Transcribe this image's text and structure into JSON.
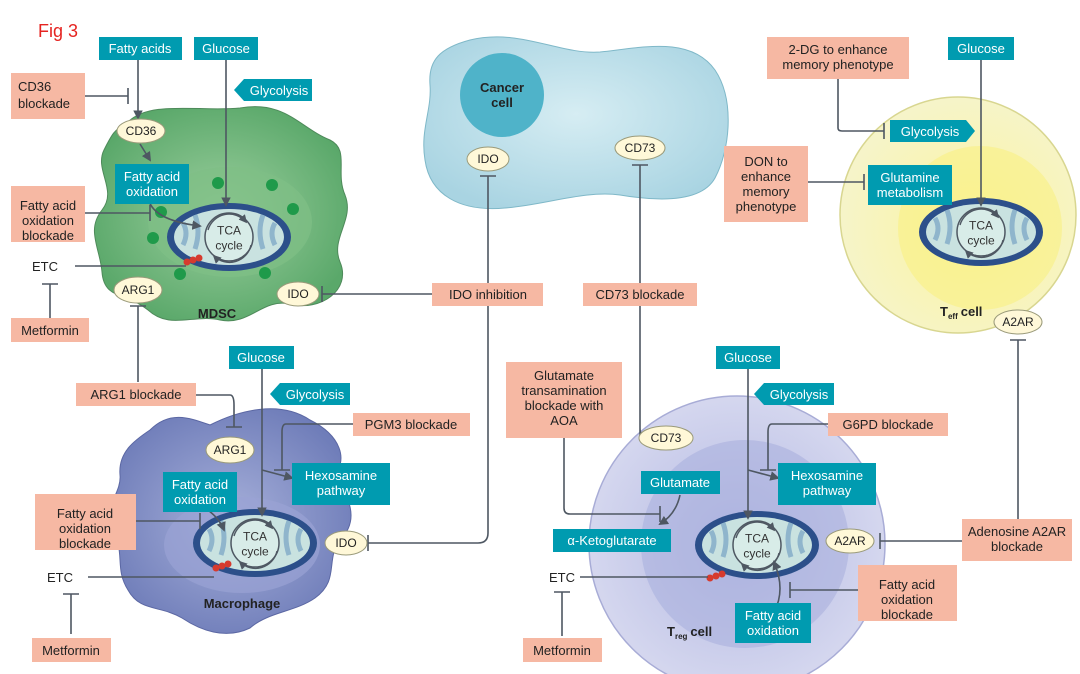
{
  "figure_label": "Fig 3",
  "cells": {
    "mdsc": "MDSC",
    "macrophage": "Macrophage",
    "cancer_cell": "Cancer cell",
    "teff_main": "T",
    "teff_sub": "eff",
    "teff_suffix": "cell",
    "treg_main": "T",
    "treg_sub": "reg",
    "treg_suffix": "cell"
  },
  "tca_label": "TCA cycle",
  "tca_line1": "TCA",
  "tca_line2": "cycle",
  "mdsc": {
    "fatty_acids": "Fatty acids",
    "glucose": "Glucose",
    "glycolysis": "Glycolysis",
    "cd36_blockade": "CD36 blockade",
    "cd36": "CD36",
    "fao": "Fatty acid oxidation",
    "fao_blockade": "Fatty acid oxidation blockade",
    "etc": "ETC",
    "arg1": "ARG1",
    "ido": "IDO",
    "metformin": "Metformin"
  },
  "cancer": {
    "ido": "IDO",
    "cd73": "CD73"
  },
  "center": {
    "ido_inhibition": "IDO inhibition",
    "cd73_blockade": "CD73 blockade",
    "arg1_blockade": "ARG1 blockade"
  },
  "macrophage": {
    "glucose": "Glucose",
    "glycolysis": "Glycolysis",
    "pgm3_blockade": "PGM3 blockade",
    "arg1": "ARG1",
    "hexosamine": "Hexosamine pathway",
    "fao": "Fatty acid oxidation",
    "fao_blockade": "Fatty acid oxidation blockade",
    "ido": "IDO",
    "etc": "ETC",
    "metformin": "Metformin"
  },
  "teff": {
    "two_dg": "2-DG to enhance memory phenotype",
    "glucose": "Glucose",
    "glycolysis": "Glycolysis",
    "don": "DON to enhance memory phenotype",
    "glutamine": "Glutamine metabolism",
    "a2ar": "A2AR"
  },
  "treg": {
    "glutamate_blockade": "Glutamate transamination blockade with AOA",
    "glucose": "Glucose",
    "glycolysis": "Glycolysis",
    "g6pd_blockade": "G6PD blockade",
    "cd73": "CD73",
    "glutamate": "Glutamate",
    "hexosamine": "Hexosamine pathway",
    "alpha_kg": "α-Ketoglutarate",
    "a2ar": "A2AR",
    "adenosine_blockade": "Adenosine A2AR blockade",
    "etc": "ETC",
    "fao_blockade": "Fatty acid oxidation blockade",
    "fao": "Fatty acid oxidation",
    "metformin": "Metformin"
  },
  "colors": {
    "target_box": "#009bb0",
    "drug_box": "#f6b8a3",
    "mdsc_fill": "#6fb87a",
    "macrophage_fill": "#7f8cc2",
    "cancer_fill": "#b7dde8",
    "teff_fill": "#f7f4b8",
    "treg_fill": "#c9ccea",
    "figure_label": "#e52421"
  }
}
